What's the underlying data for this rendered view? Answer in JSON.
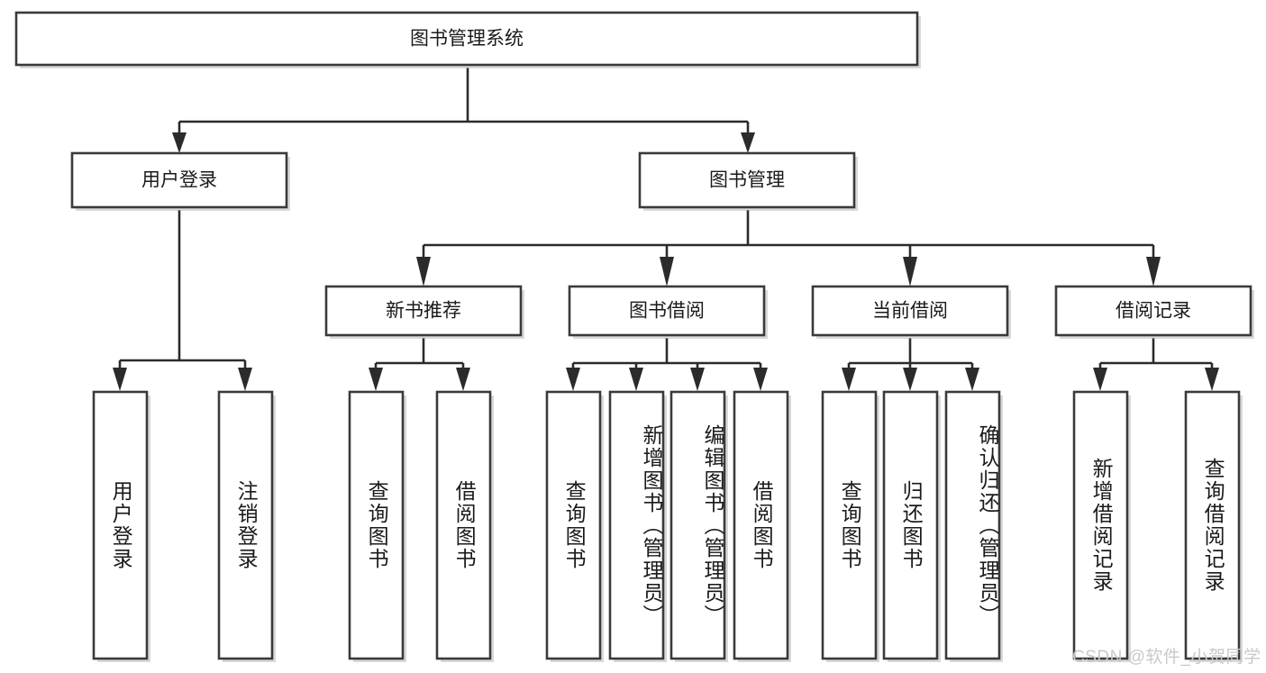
{
  "diagram": {
    "title": "图书管理系统",
    "type": "tree-hierarchy-diagram",
    "colors": {
      "box_stroke": "#3a3a3a",
      "box_fill": "#ffffff",
      "connector": "#2b2b2b",
      "text": "#1a1a1a",
      "watermark": "#c9c9c9",
      "background": "#ffffff"
    },
    "root": {
      "label": "图书管理系统"
    },
    "level2": [
      {
        "label": "用户登录"
      },
      {
        "label": "图书管理"
      }
    ],
    "level3": [
      {
        "label": "新书推荐"
      },
      {
        "label": "图书借阅"
      },
      {
        "label": "当前借阅"
      },
      {
        "label": "借阅记录"
      }
    ],
    "leaves": {
      "user_login": [
        {
          "label": "用户登录"
        },
        {
          "label": "注销登录"
        }
      ],
      "new_book_recommend": [
        {
          "label": "查询图书"
        },
        {
          "label": "借阅图书"
        }
      ],
      "book_borrow": [
        {
          "label": "查询图书"
        },
        {
          "label": "新增图书（管理员）"
        },
        {
          "label": "编辑图书（管理员）"
        },
        {
          "label": "借阅图书"
        }
      ],
      "current_borrow": [
        {
          "label": "查询图书"
        },
        {
          "label": "归还图书"
        },
        {
          "label": "确认归还（管理员）"
        }
      ],
      "borrow_record": [
        {
          "label": "新增借阅记录"
        },
        {
          "label": "查询借阅记录"
        }
      ]
    },
    "watermark": "CSDN @软件_小贺同学"
  }
}
